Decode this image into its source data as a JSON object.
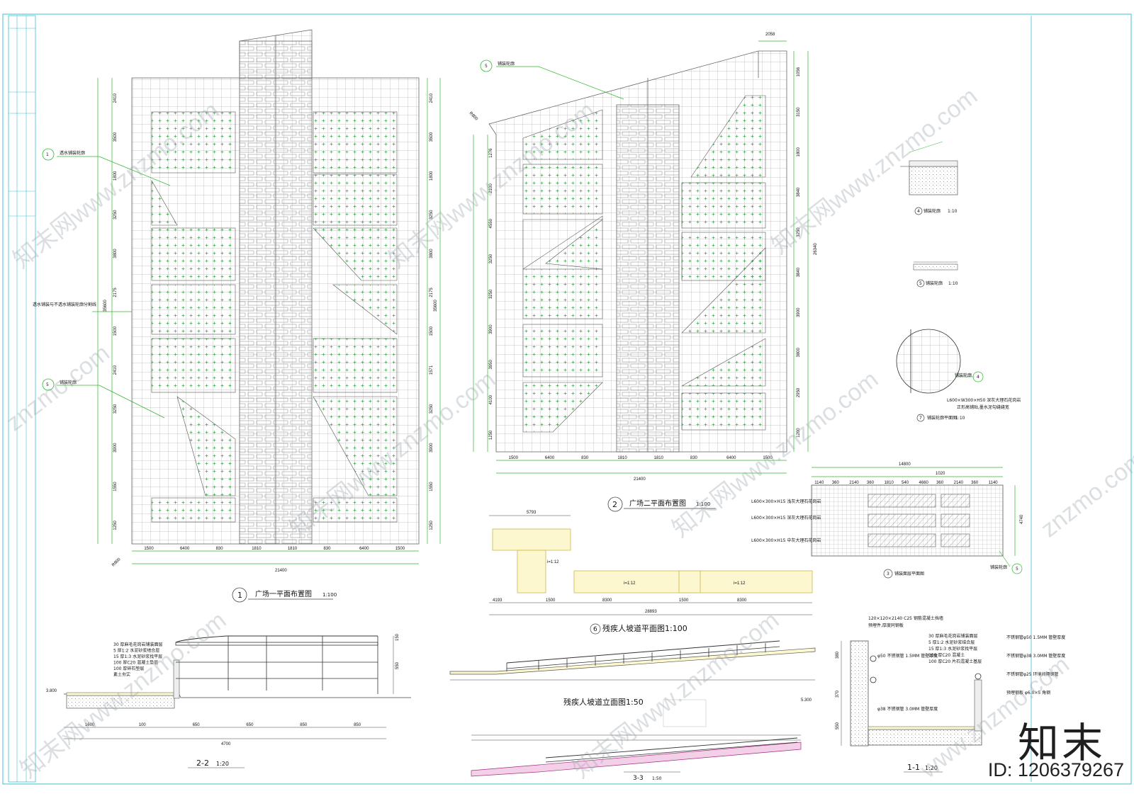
{
  "plans": {
    "plan1": {
      "title": "广场一平面布置图",
      "scale": "1:100",
      "index": "1",
      "dims_bottom": [
        "1500",
        "6400",
        "830",
        "1810",
        "1810",
        "830",
        "6400",
        "1500"
      ],
      "overall": "21400",
      "dims_left": [
        "2410",
        "3500",
        "1800",
        "3250",
        "3800",
        "2175",
        "1500",
        "2410",
        "3250",
        "3900",
        "1550",
        "1250"
      ],
      "dims_right": [
        "2410",
        "3500",
        "1800",
        "3250",
        "3800",
        "2175",
        "1500",
        "1571",
        "3250",
        "3900",
        "1550",
        "1250"
      ],
      "overall_side": "35600",
      "notes": {
        "permeable": "透水铺装轮廓",
        "paving": "铺装轮廓",
        "boundary": "透水铺装与不透水铺装轮廓分割线",
        "bubble1": "1",
        "bubble2": "5",
        "corner": "R800"
      }
    },
    "plan2": {
      "title": "广场二平面布置图",
      "scale": "1:100",
      "index": "2",
      "dims_bottom": [
        "1500",
        "6400",
        "830",
        "1810",
        "1810",
        "830",
        "6400",
        "1500"
      ],
      "overall": "21400",
      "dims_left": [
        "1276",
        "2100",
        "4550",
        "3250",
        "3250",
        "3900",
        "3950",
        "4100",
        "1250"
      ],
      "dims_right": [
        "1056",
        "3150",
        "1800",
        "3840",
        "3250",
        "3840",
        "3900",
        "3800",
        "2950",
        "1200"
      ],
      "overall_side": "26340",
      "top_dim": "2058",
      "note": "铺装轮廓",
      "bubble": "5",
      "corner": "R800"
    }
  },
  "details": {
    "d3": {
      "title": "铺装面层平面图",
      "index": "3",
      "overall": "14800",
      "top": [
        "1140",
        "360",
        "2140",
        "360",
        "1810",
        "540",
        "4660",
        "360",
        "2140",
        "360",
        "1140"
      ],
      "sub": "1020",
      "side": "4740",
      "labels": [
        "L600×300×H15 浅灰大理石花岗岩",
        "L600×300×H15 深灰大理石花岗岩",
        "L600×300×H15 中灰大理石花岗岩"
      ],
      "callout": "铺装轮廓",
      "bubble": "5"
    },
    "d4": {
      "title": "铺装轮廓",
      "index": "4",
      "scale": "1:10"
    },
    "d5": {
      "title": "铺装轮廓",
      "index": "5",
      "scale": "1:10"
    },
    "d7": {
      "title": "铺装轮廓平面图",
      "index": "7",
      "scale": "1:10",
      "callout": "铺装轮廓",
      "bubble": "4",
      "note1": "L600×W300×H50 深灰大理石花岗岩",
      "note2": "正形高铺贴,墨水泥勾缝缝宽"
    },
    "d6": {
      "title": "残疾人坡道平面图1:100",
      "index": "6",
      "dim_total": "5793",
      "total": "28893",
      "slope": "i=1:12",
      "dims": [
        "4193",
        "1500",
        "8300",
        "1500",
        "8300"
      ]
    },
    "elev": {
      "title": "残疾人坡道立面图1:50"
    },
    "s33": {
      "title": "3-3",
      "scale": "1:50"
    },
    "s22": {
      "title": "2-2",
      "scale": "1:20",
      "layers": [
        "30 厚麻毛花岗岩铺装面层",
        "5 厚1:2 水泥砂浆结合层",
        "15 厚1:3 水泥砂浆找平层",
        "100 厚C20 混凝土垫层",
        "100 厚碎石垫层",
        "素土夯实"
      ],
      "dims": [
        "1600",
        "100",
        "650",
        "650",
        "850",
        "850"
      ],
      "total": "4700",
      "elev": "3.800",
      "height": "550",
      "rail": "150"
    },
    "s11": {
      "title": "1-1",
      "scale": "1:20",
      "top_note": "120×120×2140 C25 钢筋混凝土挡墙",
      "sub_note": "预埋件,厚度同钢板",
      "labels": [
        "不锈钢管φ50 1.5MM 管壁厚度",
        "不锈钢管φ38 3.0MM 管壁厚度",
        "不锈钢管φ25 环境间隔钢管",
        "预埋钢板 φ6.0×5 角钢"
      ],
      "layers": [
        "30 厚麻毛花岗岩铺装面层",
        "5 厚1:2 水泥砂浆结合层",
        "15 厚1:3 水泥砂浆找平层",
        "100 厚C20 混凝土",
        "100 厚C20 片石混凝土基层"
      ],
      "left_labels": [
        "φ50 不锈钢管 1.5MM 管壁厚度",
        "φ38 不锈钢管 3.0MM 管壁厚度"
      ],
      "dims": [
        "380",
        "370",
        "550"
      ],
      "elev": "5.300"
    }
  },
  "branding": {
    "logo": "知末",
    "id": "ID: 1206379267",
    "watermarks": [
      "知末网www.znzmo.com",
      "znzmo.com",
      "www.znzmo.com"
    ]
  },
  "colors": {
    "frame": "#3fc0d0",
    "dims": "#2fb82f",
    "lines": "#6a6a6a",
    "hatch": "#33aa44",
    "wm": "#9aa6ae"
  }
}
